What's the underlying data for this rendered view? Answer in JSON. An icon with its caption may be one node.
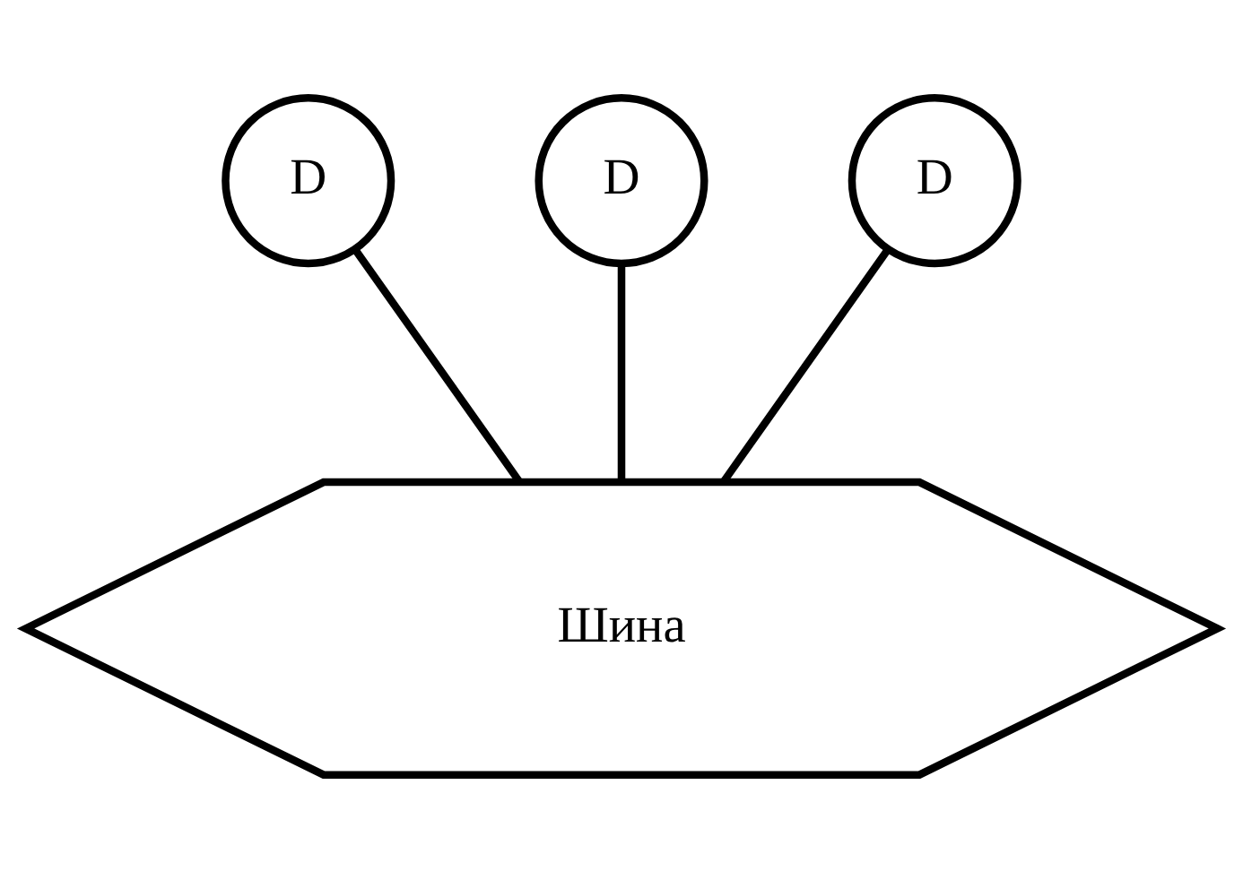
{
  "diagram": {
    "nodes": [
      {
        "text": [
          "D"
        ]
      },
      {
        "text": [
          "D"
        ]
      },
      {
        "text": [
          "D"
        ]
      },
      {
        "text": [
          "Шина"
        ]
      }
    ],
    "edges": [
      {
        "from": 0,
        "to": 3,
        "arrow": "none"
      },
      {
        "from": 1,
        "to": 3,
        "arrow": "none"
      },
      {
        "from": 2,
        "to": 3,
        "arrow": "none"
      }
    ]
  }
}
